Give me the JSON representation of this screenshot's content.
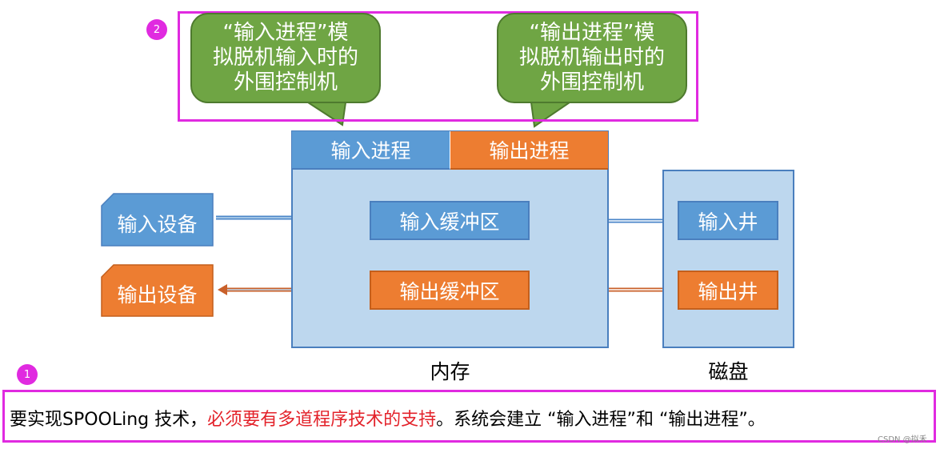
{
  "annotations": {
    "badge_1": "1",
    "badge_2": "2"
  },
  "callouts": {
    "input": [
      "“输入进程”模",
      "拟脱机输入时的",
      "外围控制机"
    ],
    "output": [
      "“输出进程”模",
      "拟脱机输出时的",
      "外围控制机"
    ]
  },
  "memory": {
    "label": "内存",
    "input_process": "输入进程",
    "output_process": "输出进程",
    "input_buffer": "输入缓冲区",
    "output_buffer": "输出缓冲区"
  },
  "disk": {
    "label": "磁盘",
    "input_well": "输入井",
    "output_well": "输出井"
  },
  "devices": {
    "input_device": "输入设备",
    "output_device": "输出设备"
  },
  "caption": {
    "part1": "要实现SPOOLing 技术，",
    "part2_red": "必须要有多道程序技术的支持",
    "part3": "。系统会建立 “输入进程”和 “输出进程”。"
  },
  "watermark": "CSDN @拟禾",
  "colors": {
    "blue": "#5b9bd5",
    "orange": "#ed7d31",
    "green": "#6fa544",
    "light_blue": "#bdd7ee",
    "annotation": "#e02ae0",
    "highlight_red": "#e3222a"
  }
}
